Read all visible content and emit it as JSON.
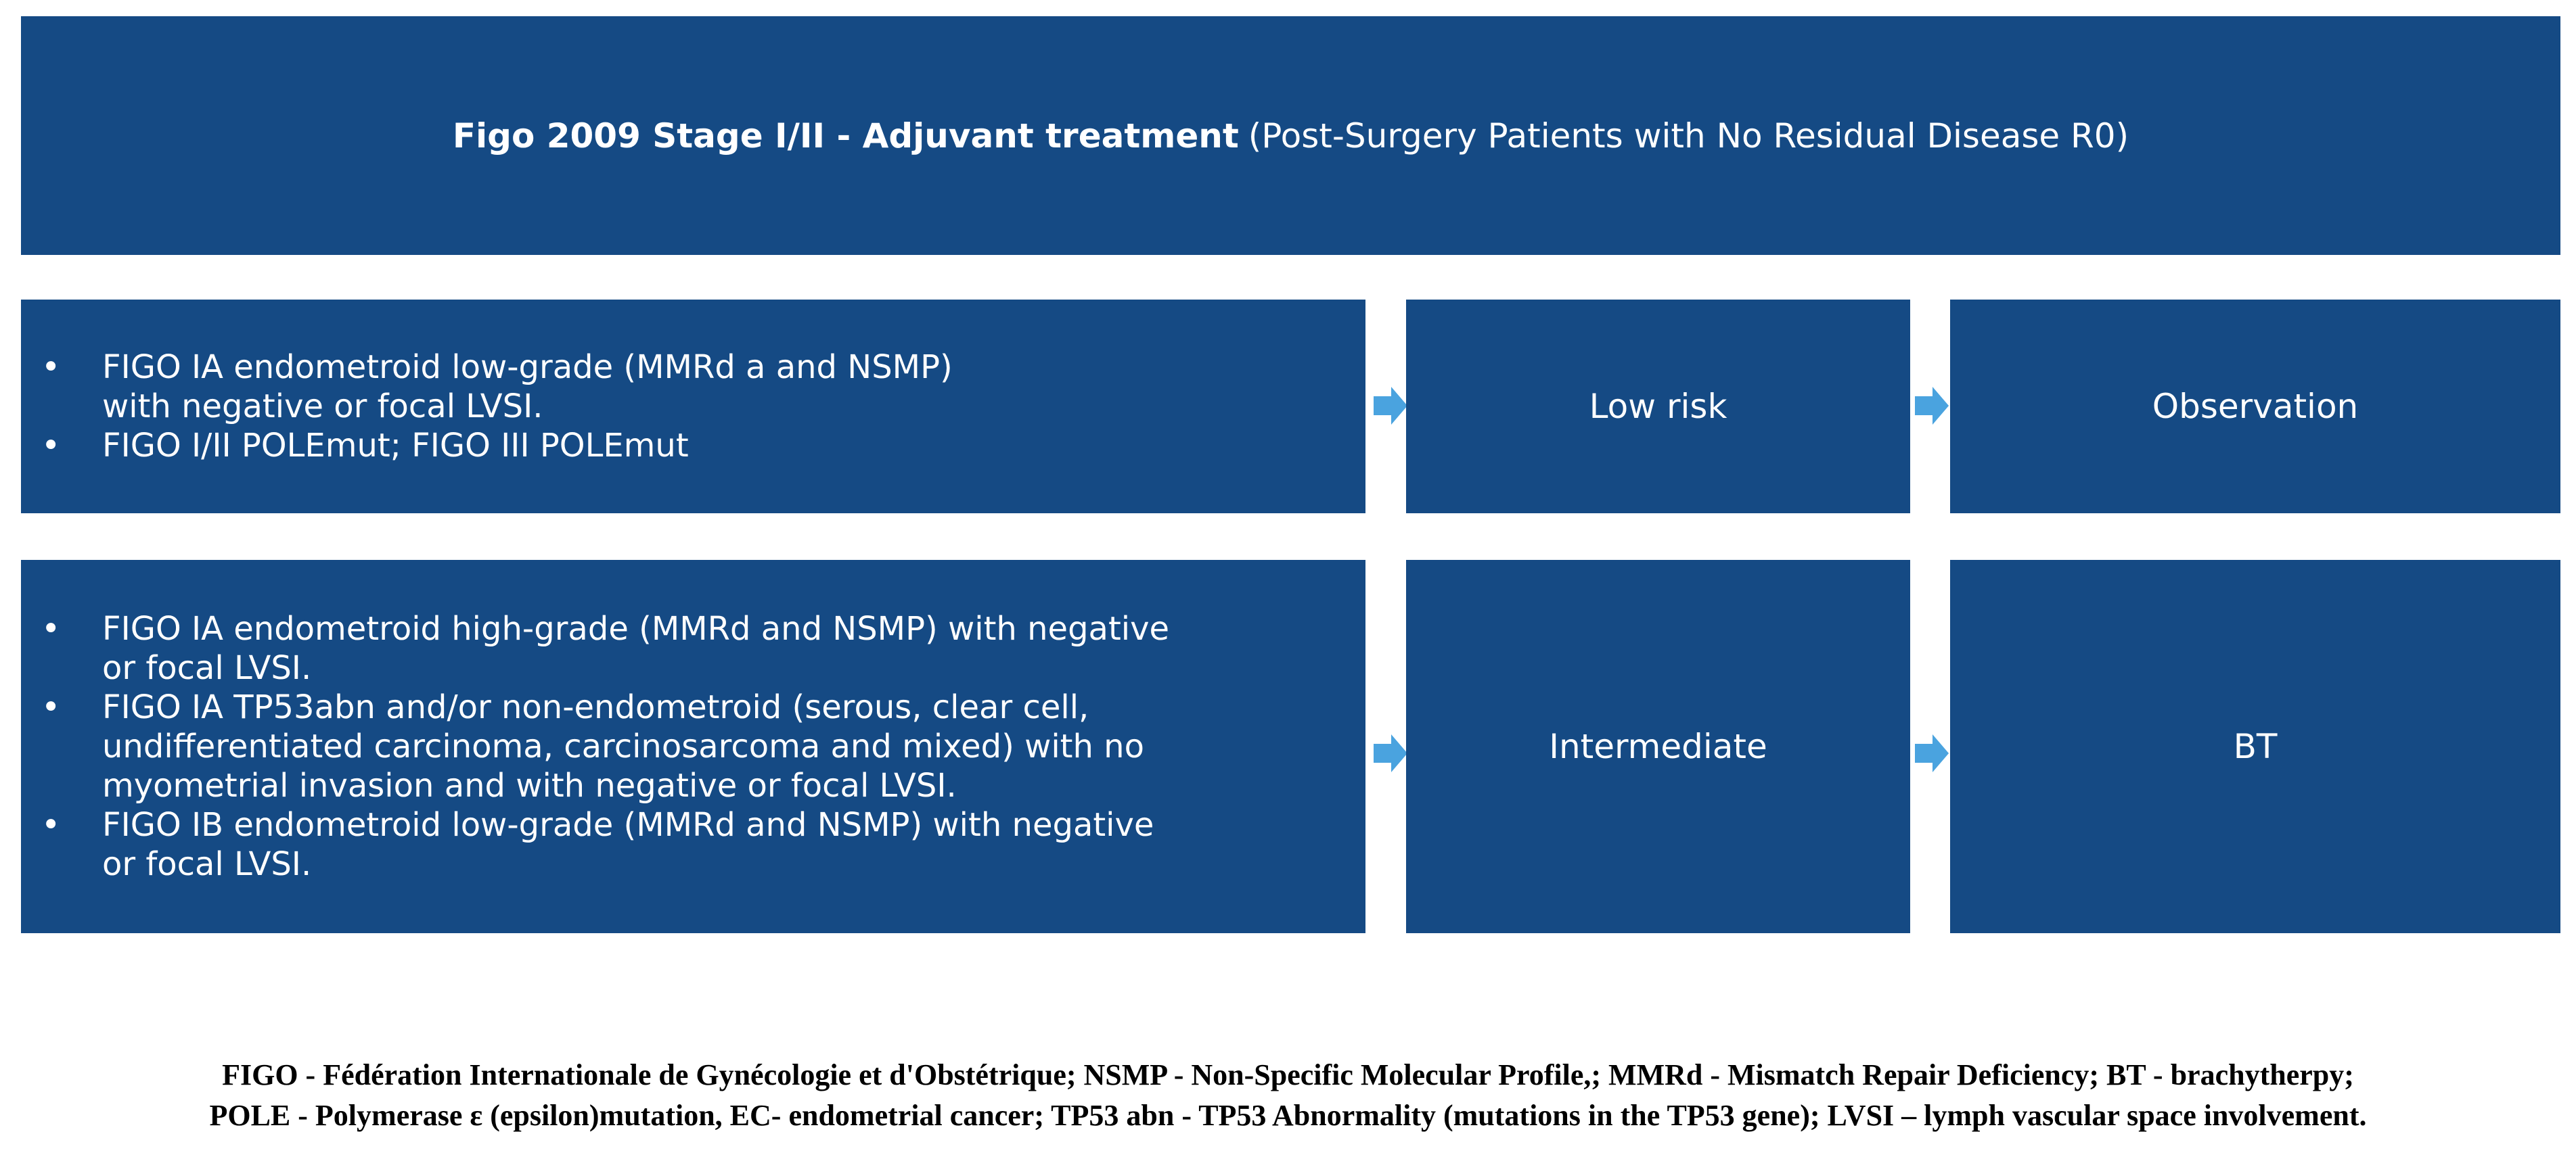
{
  "header": {
    "title_bold": "Figo 2009 Stage I/II - Adjuvant treatment",
    "title_rest": "(Post-Surgery Patients with No Residual Disease R0)"
  },
  "rows": [
    {
      "criteria": [
        "FIGO IA endometroid low-grade (MMRd a and NSMP)\nwith negative or focal LVSI.",
        "FIGO I/II POLEmut; FIGO III POLEmut"
      ],
      "risk": "Low risk",
      "action": "Observation"
    },
    {
      "criteria": [
        "FIGO IA endometroid high-grade (MMRd and NSMP) with negative\nor focal LVSI.",
        "FIGO IA TP53abn and/or non-endometroid (serous, clear cell,\nundifferentiated carcinoma, carcinosarcoma and mixed) with no\nmyometrial invasion and with negative or focal LVSI.",
        "FIGO IB endometroid low-grade (MMRd and NSMP) with negative\nor focal LVSI."
      ],
      "risk": "Intermediate",
      "action": "BT"
    }
  ],
  "bullet_symbol": "•",
  "footnote": {
    "line1": "FIGO - Fédération Internationale de Gynécologie et d'Obstétrique; NSMP - Non-Specific Molecular Profile,; MMRd - Mismatch Repair Deficiency; BT - brachytherpy;",
    "line2": "POLE - Polymerase ε (epsilon)mutation, EC- endometrial cancer; TP53 abn - TP53 Abnormality (mutations in the TP53 gene); LVSI – lymph vascular space involvement."
  },
  "colors": {
    "box_fill": "#154a84",
    "box_text": "#ffffff",
    "arrow": "#4aa3df",
    "footnote_text": "#000000"
  },
  "icons": {
    "flow_arrow": "arrow-right-icon"
  }
}
